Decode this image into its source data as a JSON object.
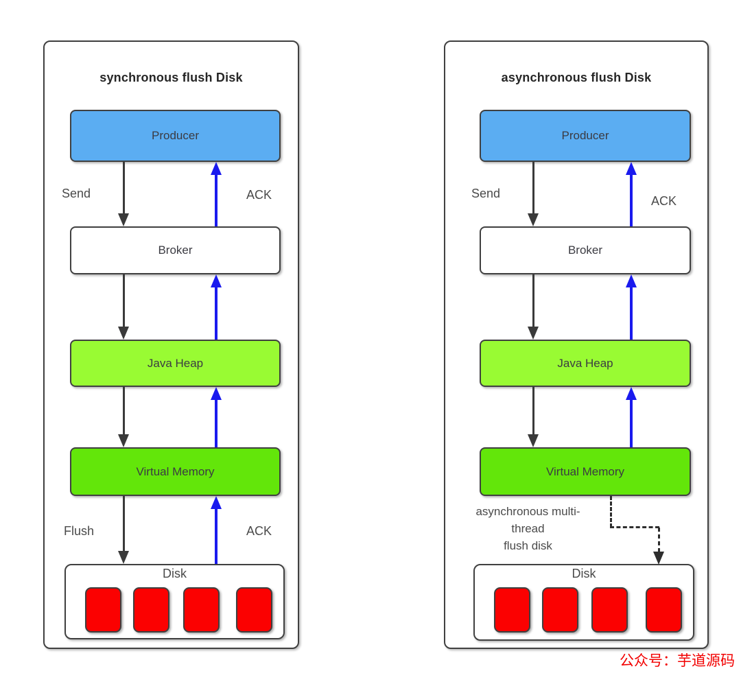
{
  "diagrams": [
    {
      "title": "synchronous flush Disk",
      "nodes": {
        "producer": "Producer",
        "broker": "Broker",
        "java_heap": "Java Heap",
        "virtual_memory": "Virtual Memory",
        "disk": "Disk"
      },
      "labels": {
        "send": "Send",
        "ack_top": "ACK",
        "flush": "Flush",
        "ack_bottom": "ACK"
      }
    },
    {
      "title": "asynchronous flush Disk",
      "nodes": {
        "producer": "Producer",
        "broker": "Broker",
        "java_heap": "Java Heap",
        "virtual_memory": "Virtual Memory",
        "disk": "Disk"
      },
      "labels": {
        "send": "Send",
        "ack_top": "ACK"
      },
      "async_note": {
        "line1": "asynchronous multi-",
        "line2": "thread",
        "line3": "flush disk"
      }
    }
  ],
  "watermark": "公众号：芋道源码",
  "colors": {
    "producer_fill": "#5badf2",
    "java_heap_fill": "#99fb33",
    "virtual_memory_fill": "#63e60a",
    "disk_block_fill": "#fb0101",
    "ack_arrow_blue": "#1a1aee",
    "flow_arrow_black": "#3a3a3a",
    "box_border": "#404040",
    "watermark_red": "#f20000"
  }
}
